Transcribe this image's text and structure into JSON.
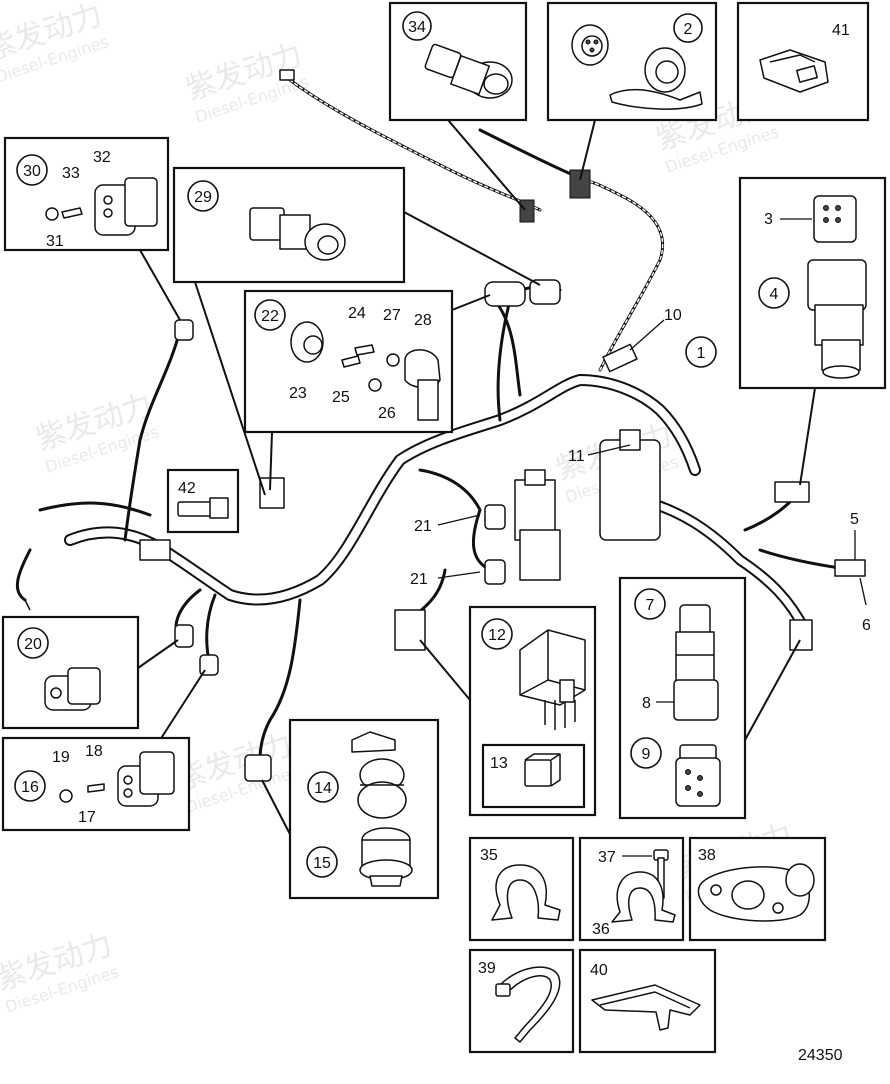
{
  "figure_number": "24350",
  "watermark": {
    "cn": "紫发动力",
    "en": "Diesel-Engines"
  },
  "callouts": {
    "p1": "1",
    "p2": "2",
    "p3": "3",
    "p4": "4",
    "p5": "5",
    "p6": "6",
    "p7": "7",
    "p8": "8",
    "p9": "9",
    "p10": "10",
    "p11": "11",
    "p12": "12",
    "p13": "13",
    "p14": "14",
    "p15": "15",
    "p16": "16",
    "p17": "17",
    "p18": "18",
    "p19": "19",
    "p20": "20",
    "p21a": "21",
    "p21b": "21",
    "p22": "22",
    "p23": "23",
    "p24": "24",
    "p25": "25",
    "p26": "26",
    "p27": "27",
    "p28": "28",
    "p29": "29",
    "p30": "30",
    "p31": "31",
    "p32": "32",
    "p33": "33",
    "p34": "34",
    "p35": "35",
    "p36": "36",
    "p37": "37",
    "p38": "38",
    "p39": "39",
    "p40": "40",
    "p41": "41",
    "p42": "42"
  }
}
